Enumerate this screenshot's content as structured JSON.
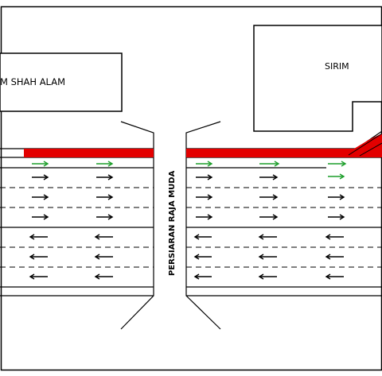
{
  "labels": {
    "left_building": "M SHAH ALAM",
    "right_building": "SIRIM",
    "cross_road": "PERSIARAN RAJA MUDA"
  },
  "colors": {
    "road_line": "#000000",
    "shoulder_marking": "#e30000",
    "green_arrow": "#1c9e2a",
    "black_arrow": "#000000"
  },
  "icons": {
    "right_arrow": "right-arrow-icon",
    "left_arrow": "left-arrow-icon"
  }
}
